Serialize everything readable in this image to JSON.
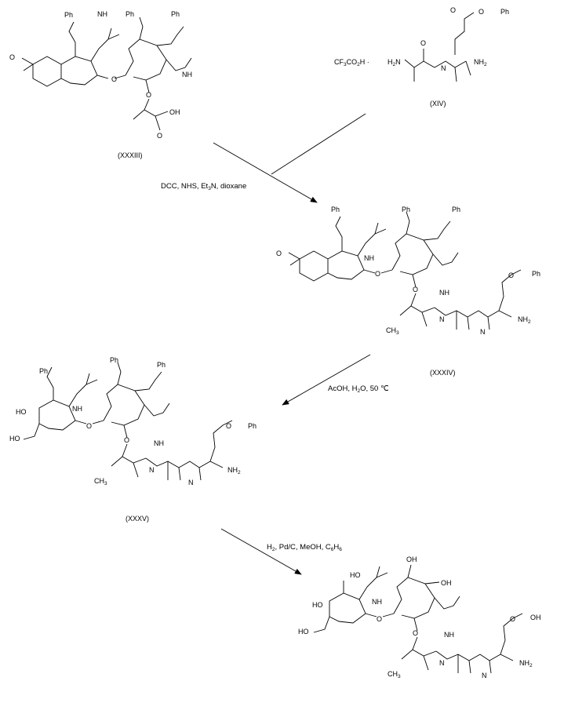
{
  "compounds": {
    "c33": {
      "id": "(XXXIII)"
    },
    "c14": {
      "id": "(XIV)",
      "salt": "CF3CO2H"
    },
    "c34": {
      "id": "(XXXIV)"
    },
    "c35": {
      "id": "(XXXV)"
    },
    "final": {
      "id": ""
    }
  },
  "conditions": {
    "step1": {
      "prefix": "DCC, NHS, Et",
      "sub": "3",
      "suffix": "N, dioxane"
    },
    "step2": {
      "a": "AcOH, H",
      "sub": "2",
      "b": "O, 50 ℃"
    },
    "step3": {
      "a": "H",
      "sub1": "2",
      "b": ", Pd/C, MeOH, C",
      "sub2": "6",
      "c": "H",
      "sub3": "6"
    }
  },
  "labels": {
    "Ph": "Ph",
    "NH": "NH",
    "O": "O",
    "OH": "OH",
    "HO": "HO",
    "NH2": "NH",
    "H2N": "H",
    "CH3": "CH",
    "OHtail": "OH"
  }
}
